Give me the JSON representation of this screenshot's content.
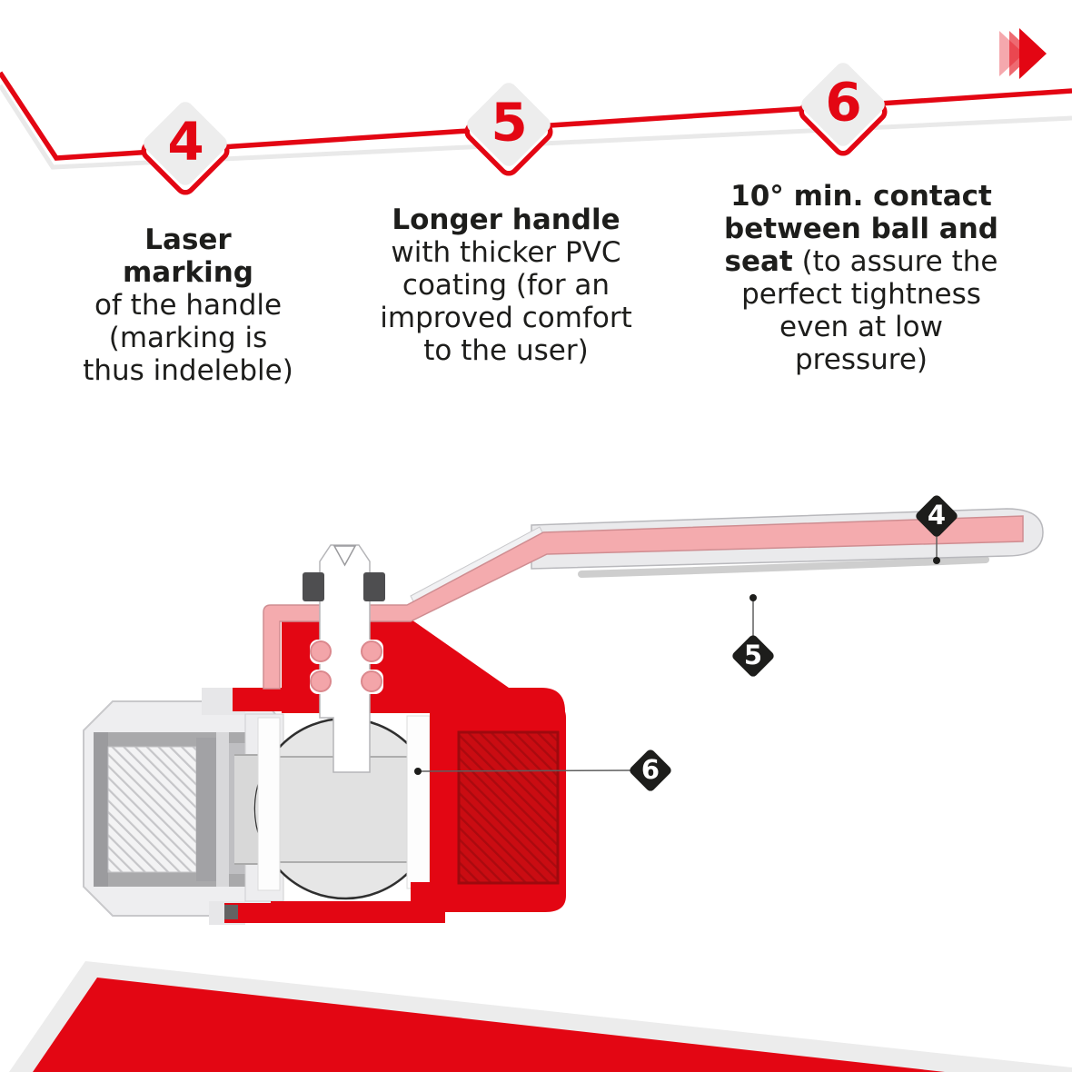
{
  "palette": {
    "red": "#e30613",
    "dark_red_hatch": "#ca0c12",
    "pink": "#f4abae",
    "light_gray": "#ececec",
    "text_black": "#1d1d1b",
    "callout_black": "#1d1d1b"
  },
  "icons": {
    "top_right": "fast-forward-icon"
  },
  "features": [
    {
      "number": "4",
      "bold_lines": [
        "Laser",
        "marking"
      ],
      "lines": [
        "of the handle",
        "(marking is",
        "thus indeleble)"
      ]
    },
    {
      "number": "5",
      "bold_lines": [
        "Longer handle"
      ],
      "lines": [
        "with thicker PVC",
        "coating (for an",
        "improved comfort",
        "to the user)"
      ]
    },
    {
      "number": "6",
      "bold_lines": [
        "10° min. contact",
        "between ball and"
      ],
      "mixed": {
        "bold": "seat",
        "rest": " (to assure the"
      },
      "lines": [
        "perfect tightness",
        "even at low",
        "pressure)"
      ]
    }
  ],
  "callouts": [
    {
      "number": "4"
    },
    {
      "number": "5"
    },
    {
      "number": "6"
    }
  ]
}
